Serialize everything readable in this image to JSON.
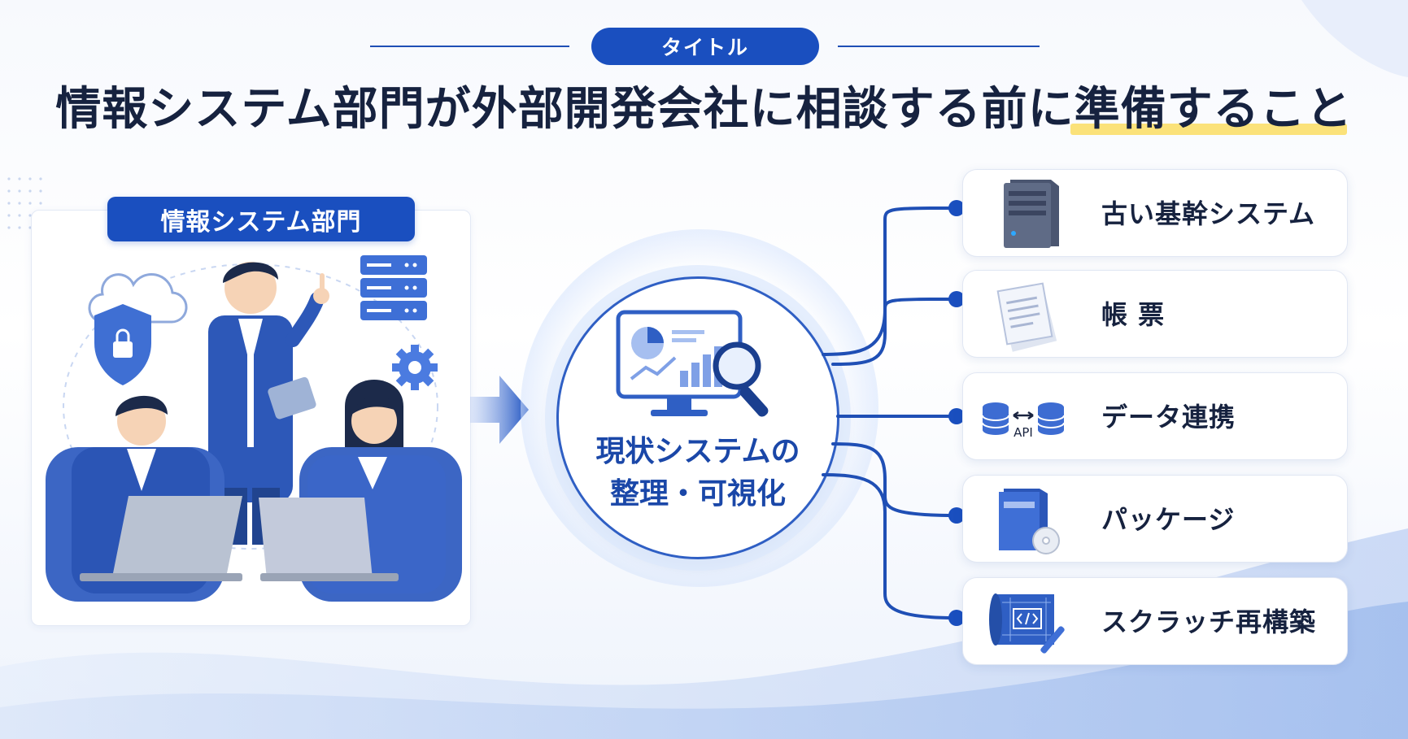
{
  "header": {
    "badge": "タイトル",
    "title": "情報システム部門が外部開発会社に相談する前に準備すること"
  },
  "left_panel": {
    "label": "情報システム部門"
  },
  "center": {
    "line1": "現状システムの",
    "line2": "整理・可視化"
  },
  "items": [
    {
      "label": "古い基幹システム",
      "icon": "server-tower-icon"
    },
    {
      "label": "帳 票",
      "icon": "documents-icon"
    },
    {
      "label": "データ連携",
      "icon": "database-api-icon",
      "icon_text": "API"
    },
    {
      "label": "パッケージ",
      "icon": "software-package-icon"
    },
    {
      "label": "スクラッチ再構築",
      "icon": "blueprint-code-icon"
    }
  ],
  "colors": {
    "primary": "#1a4fbf",
    "title_text": "#16223f",
    "highlight": "#fbe27a",
    "connector": "#1f4fb5"
  }
}
